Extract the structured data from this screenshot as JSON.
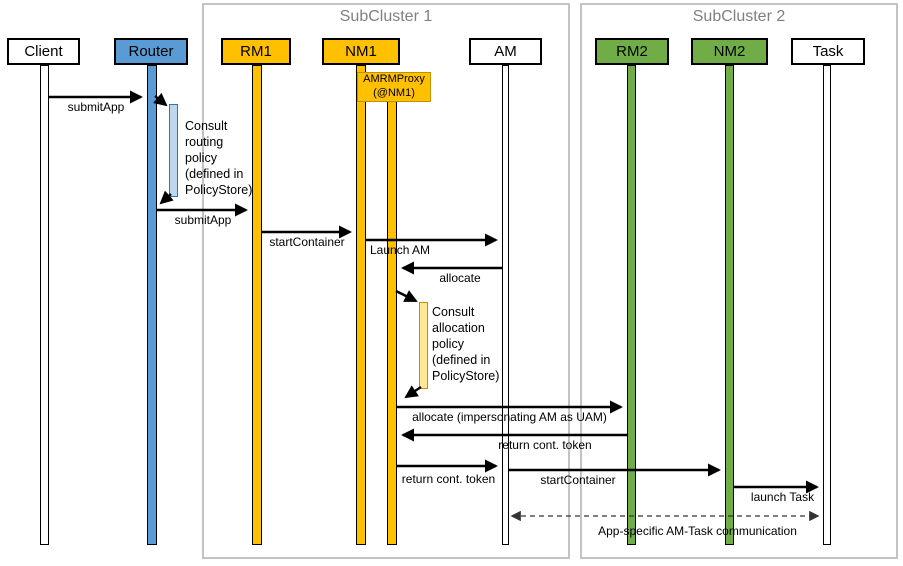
{
  "frames": {
    "sc1": {
      "title": "SubCluster 1"
    },
    "sc2": {
      "title": "SubCluster 2"
    }
  },
  "actors": {
    "client": {
      "label": "Client"
    },
    "router": {
      "label": "Router"
    },
    "rm1": {
      "label": "RM1"
    },
    "nm1": {
      "label": "NM1"
    },
    "am": {
      "label": "AM"
    },
    "rm2": {
      "label": "RM2"
    },
    "nm2": {
      "label": "NM2"
    },
    "task": {
      "label": "Task"
    }
  },
  "proxy": {
    "line1": "AMRMProxy",
    "line2": "(@NM1)"
  },
  "notes": {
    "routing": {
      "text": "Consult routing policy (defined in PolicyStore)"
    },
    "allocation": {
      "text": "Consult allocation policy (defined in PolicyStore)"
    }
  },
  "messages": {
    "submitApp1": {
      "label": "submitApp"
    },
    "submitApp2": {
      "label": "submitApp"
    },
    "startContainer1": {
      "label": "startContainer"
    },
    "launchAM": {
      "label": "Launch AM"
    },
    "allocate1": {
      "label": "allocate"
    },
    "allocateUAM": {
      "label": "allocate (impersonating  AM as UAM)"
    },
    "returnToken1": {
      "label": "return cont. token"
    },
    "returnToken2": {
      "label": "return cont. token"
    },
    "startContainer2": {
      "label": "startContainer"
    },
    "launchTask": {
      "label": "launch Task"
    },
    "amTaskComm": {
      "label": "App-specific AM-Task communication"
    }
  },
  "colors": {
    "router_blue": "#5B9BD5",
    "subcluster1_orange": "#FFC000",
    "subcluster2_green": "#70AD47",
    "call_bar_blue_fill": "#BDD7EE",
    "call_bar_orange_fill": "#FFE699",
    "frame_border": "#C3C3C3",
    "frame_title_gray": "#808080",
    "arrow_black": "#000000"
  }
}
